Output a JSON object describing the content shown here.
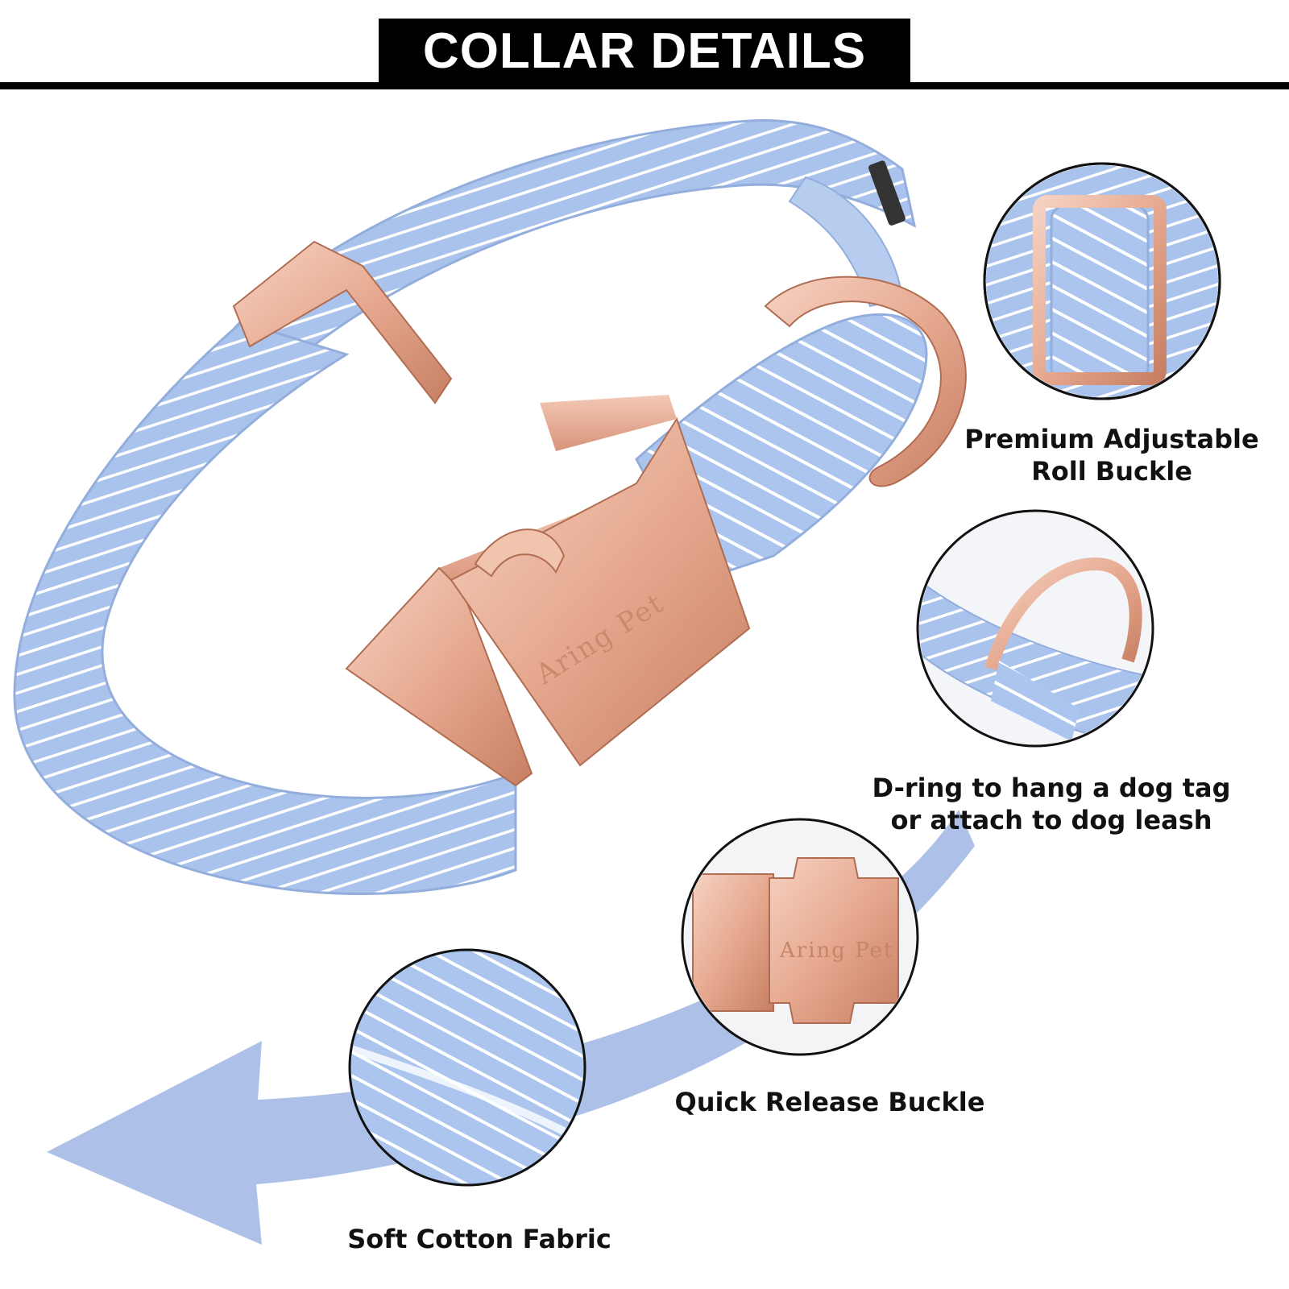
{
  "header": {
    "title": "COLLAR DETAILS"
  },
  "product": {
    "brand_engraving": "Aring Pet"
  },
  "features": [
    {
      "line1": "Premium Adjustable",
      "line2": "Roll Buckle",
      "icon": "roll-buckle-icon"
    },
    {
      "line1": "D-ring to hang a dog tag",
      "line2": "or attach to dog leash",
      "icon": "d-ring-icon"
    },
    {
      "line1": "Quick Release Buckle",
      "line2": "",
      "icon": "quick-release-buckle-icon"
    },
    {
      "line1": "Soft Cotton Fabric",
      "line2": "",
      "icon": "fabric-icon"
    }
  ],
  "colors": {
    "fabric": "#a9c3ec",
    "stripe": "#ffffff",
    "rose_gold": "#e8b29a",
    "arrow": "#a9bde6",
    "header_bg": "#000000"
  }
}
